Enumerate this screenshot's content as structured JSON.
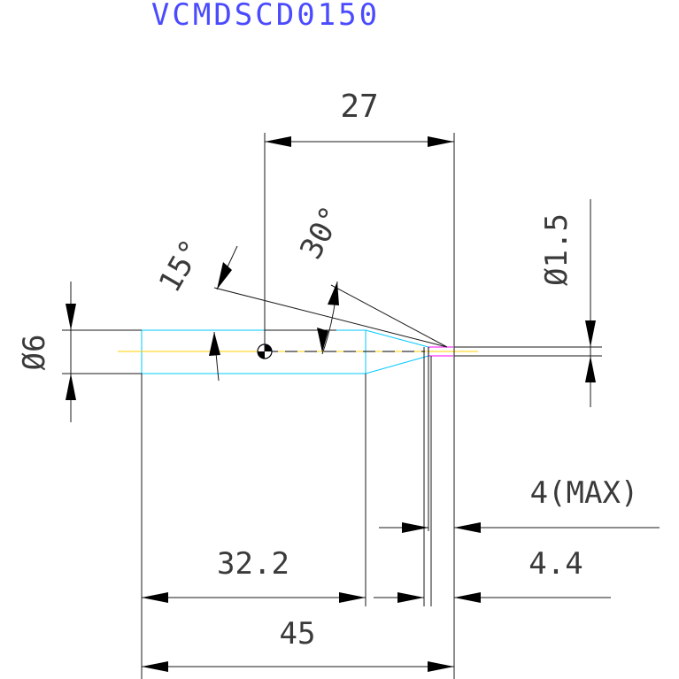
{
  "title": "VCMDSCD0150",
  "dimensions": {
    "top_width": "27",
    "angle_outer": "30°",
    "angle_inner": "15°",
    "tip_diameter": "Ø1.5",
    "shank_diameter": "Ø6",
    "flat_length_max": "4(MAX)",
    "flat_length": "4.4",
    "body_length": "32.2",
    "overall_length": "45"
  },
  "colors": {
    "title": "#4a4aff",
    "dimension_lines": "#000000",
    "tool_outline": "#00c8ff",
    "center_line": "#ffd000",
    "tip_accent": "#ff00ff"
  }
}
